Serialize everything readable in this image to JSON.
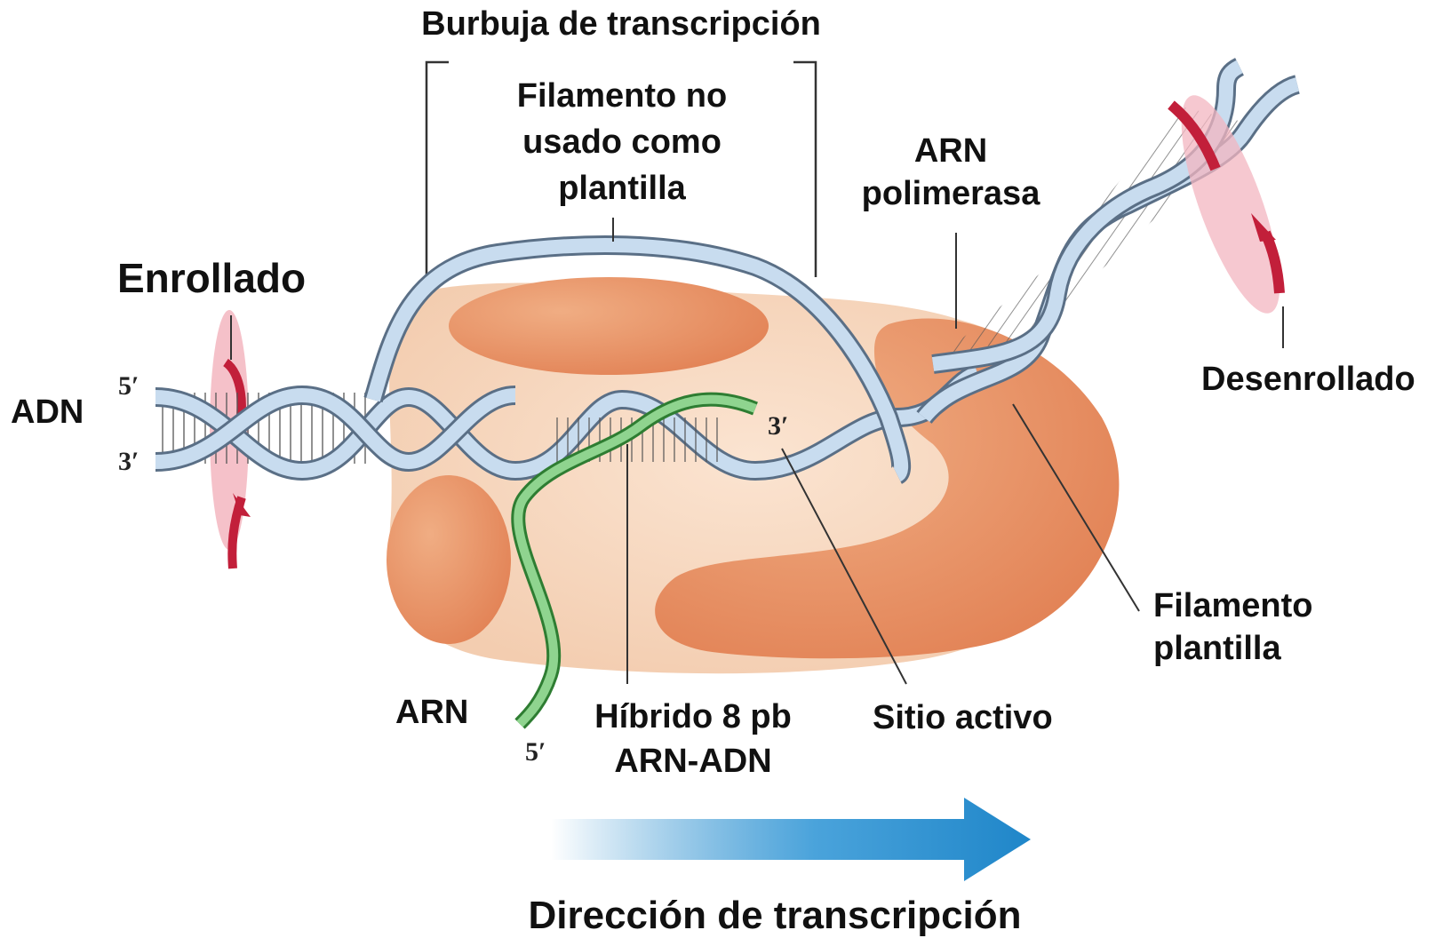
{
  "labels": {
    "bubble": "Burbuja de transcripción",
    "nontemplate": "Filamento no usado como plantilla",
    "polymerase": "ARN polimerasa",
    "wound": "Enrollado",
    "dna": "ADN",
    "unwound": "Desenrollado",
    "template": "Filamento plantilla",
    "rna": "ARN",
    "hybrid": "Híbrido 8 pb ARN-ADN",
    "active_site": "Sitio activo",
    "direction": "Dirección de transcripción"
  },
  "end_marks": {
    "dna_top": "5′",
    "dna_bottom": "3′",
    "rna_3": "3′",
    "rna_5": "5′"
  },
  "colors": {
    "enzyme_body": "#f8d9c0",
    "enzyme_dark": "#e9946a",
    "dna_strand": "#c8dcef",
    "dna_edge": "#5a6f86",
    "rna": "#4caf50",
    "rotation_arrow": "#c21f3a",
    "rotation_disc": "#f3b6c0",
    "direction_arrow": "#1f86c9"
  },
  "icons": {
    "direction": "right-arrow-icon",
    "rotation": "rotation-arrow-icon"
  }
}
